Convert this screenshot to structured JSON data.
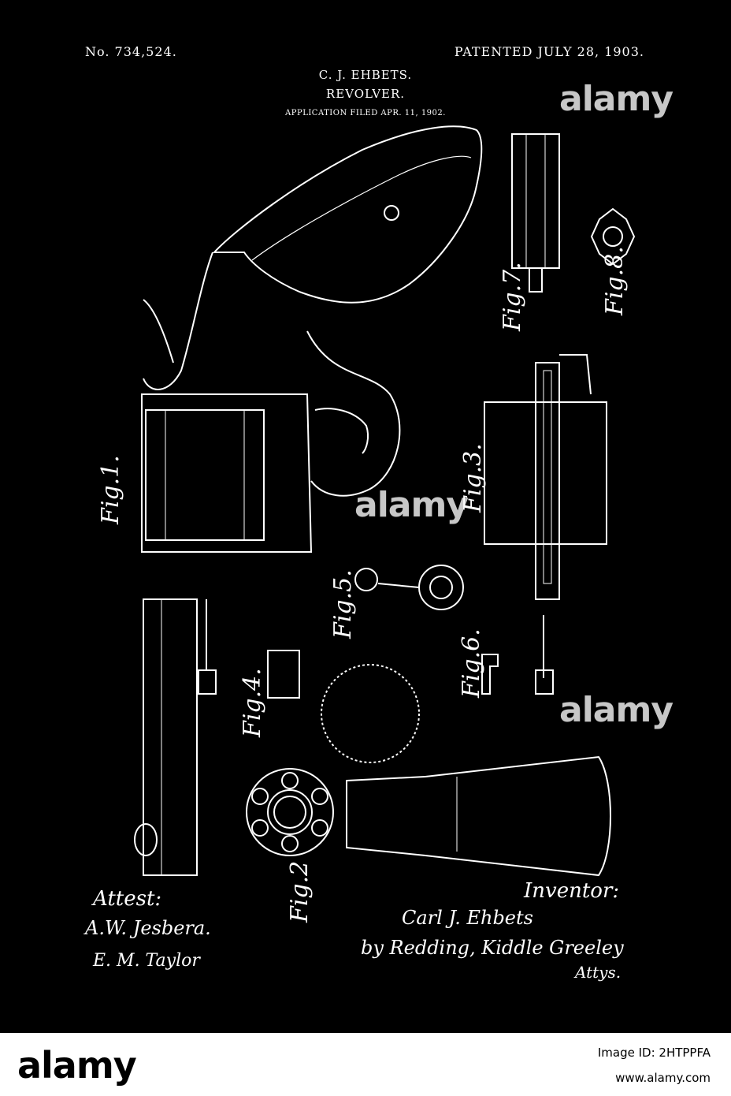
{
  "patent": {
    "number": "No. 734,524.",
    "date": "PATENTED JULY 28, 1903.",
    "inventor_name": "C. J. EHBETS.",
    "title": "REVOLVER.",
    "filed": "APPLICATION FILED APR. 11, 1902."
  },
  "figures": {
    "fig1": "Fig.1.",
    "fig2": "Fig.2",
    "fig3": "Fig.3.",
    "fig4": "Fig.4.",
    "fig5": "Fig.5.",
    "fig6": "Fig.6.",
    "fig7": "Fig.7.",
    "fig8": "Fig.8."
  },
  "signatures": {
    "attest_label": "Attest:",
    "witness1": "A.W. Jesbera.",
    "witness2": "E. M. Taylor",
    "inventor_label": "Inventor:",
    "inventor_signature": "Carl J. Ehbets",
    "attorneys": "by Redding, Kiddle Greeley",
    "attys_label": "Attys."
  },
  "watermark": "alamy",
  "footer": {
    "logo": "alamy",
    "image_id": "Image ID: 2HTPPFA",
    "url": "www.alamy.com"
  },
  "colors": {
    "background": "#000000",
    "line": "#ffffff",
    "footer": "#ffffff"
  }
}
